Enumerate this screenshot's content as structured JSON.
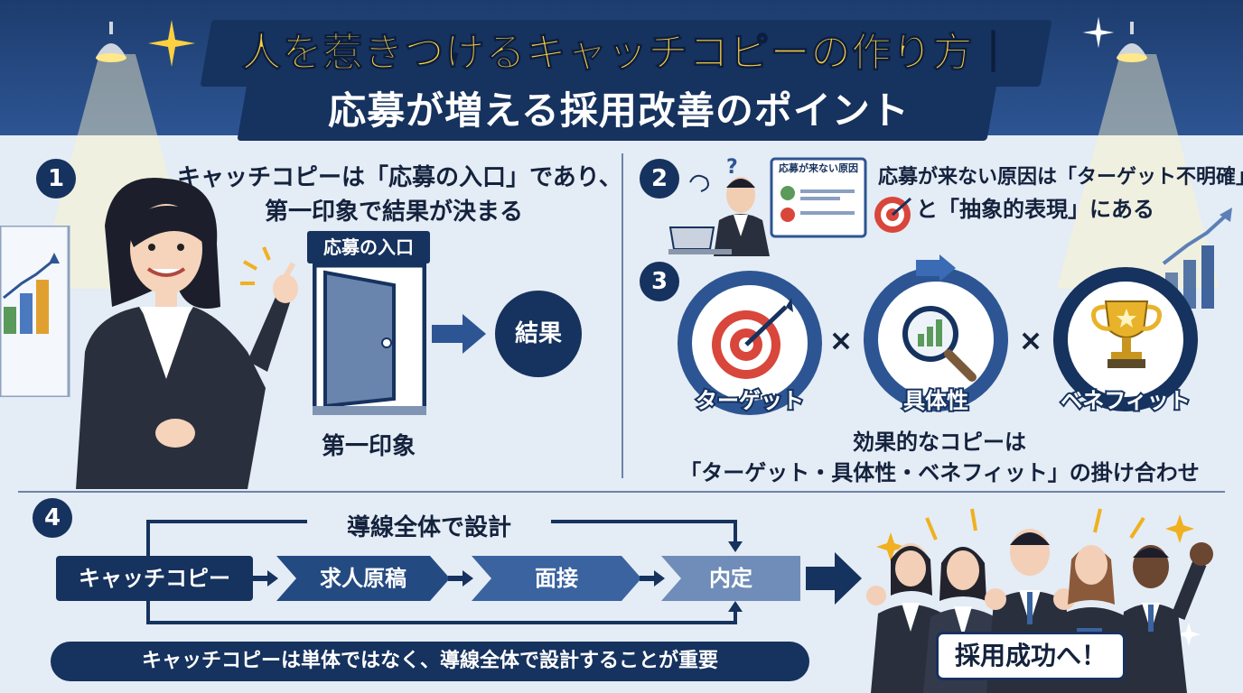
{
  "header": {
    "title_line1": "人を惹きつけるキャッチコピーの作り方｜",
    "title_line2": "応募が増える採用改善のポイント"
  },
  "section1": {
    "number": "1",
    "text_line1": "キャッチコピーは「応募の入口」であり、",
    "text_line2": "第一印象で結果が決まる",
    "door_label": "応募の入口",
    "door_caption": "第一印象",
    "result_label": "結果"
  },
  "section2": {
    "number": "2",
    "board_title": "応募が来ない原因",
    "text_line1": "応募が来ない原因は「ターゲット不明確」",
    "text_line2": "と「抽象的表現」にある"
  },
  "section3": {
    "number": "3",
    "items": [
      {
        "label": "ターゲット",
        "icon": "target-icon"
      },
      {
        "label": "具体性",
        "icon": "magnifier-chart-icon"
      },
      {
        "label": "ベネフィット",
        "icon": "trophy-icon"
      }
    ],
    "times_symbol": "×",
    "text_line1": "効果的なコピーは",
    "text_line2": "「ターゲット・具体性・ベネフィット」の掛け合わせ"
  },
  "section4": {
    "number": "4",
    "loop_label": "導線全体で設計",
    "steps": [
      "キャッチコピー",
      "求人原稿",
      "面接",
      "内定"
    ],
    "note": "キャッチコピーは単体ではなく、導線全体で設計することが重要",
    "success_label": "採用成功へ！"
  },
  "colors": {
    "navy": "#16325e",
    "blue": "#2d5593",
    "accent_yellow": "#ffd040",
    "target_red": "#d9463b"
  }
}
